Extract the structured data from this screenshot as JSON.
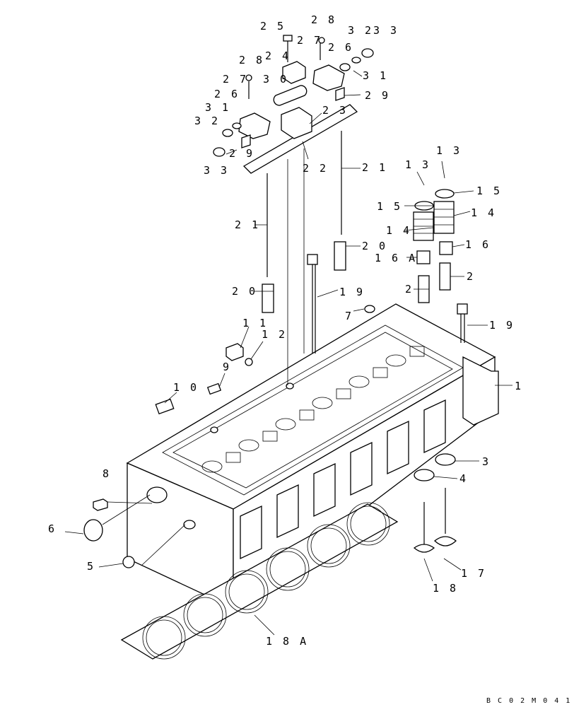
{
  "labels": {
    "l25": "2 5",
    "l28a": "2 8",
    "l24": "2 4",
    "l27a": "2 7",
    "l26a": "2 6",
    "l32a": "3 2",
    "l33a": "3 3",
    "l31a": "3 1",
    "l28b": "2 8",
    "l27b": "2 7",
    "l30": "3 0",
    "l29a": "2 9",
    "l26b": "2 6",
    "l23": "2 3",
    "l31b": "3 1",
    "l32b": "3 2",
    "l29b": "2 9",
    "l33b": "3 3",
    "l22": "2 2",
    "l21a": "2 1",
    "l13a": "1 3",
    "l13b": "1 3",
    "l15a": "1 5",
    "l15b": "1 5",
    "l14a": "1 4",
    "l14b": "1 4",
    "l21b": "2 1",
    "l20a": "2 0",
    "l16": "1 6",
    "l16A": "1 6 A",
    "l2a": "2",
    "l2b": "2",
    "l20b": "2 0",
    "l19a": "1 9",
    "l7": "7",
    "l19b": "1 9",
    "l11": "1 1",
    "l12": "1 2",
    "l1": "1",
    "l9": "9",
    "l10": "1 0",
    "l8": "8",
    "l3": "3",
    "l4": "4",
    "l6": "6",
    "l5": "5",
    "l17": "1 7",
    "l18": "1 8",
    "l18A": "1 8 A"
  },
  "drawing_code": "B C 0 2 M 0 4 1"
}
